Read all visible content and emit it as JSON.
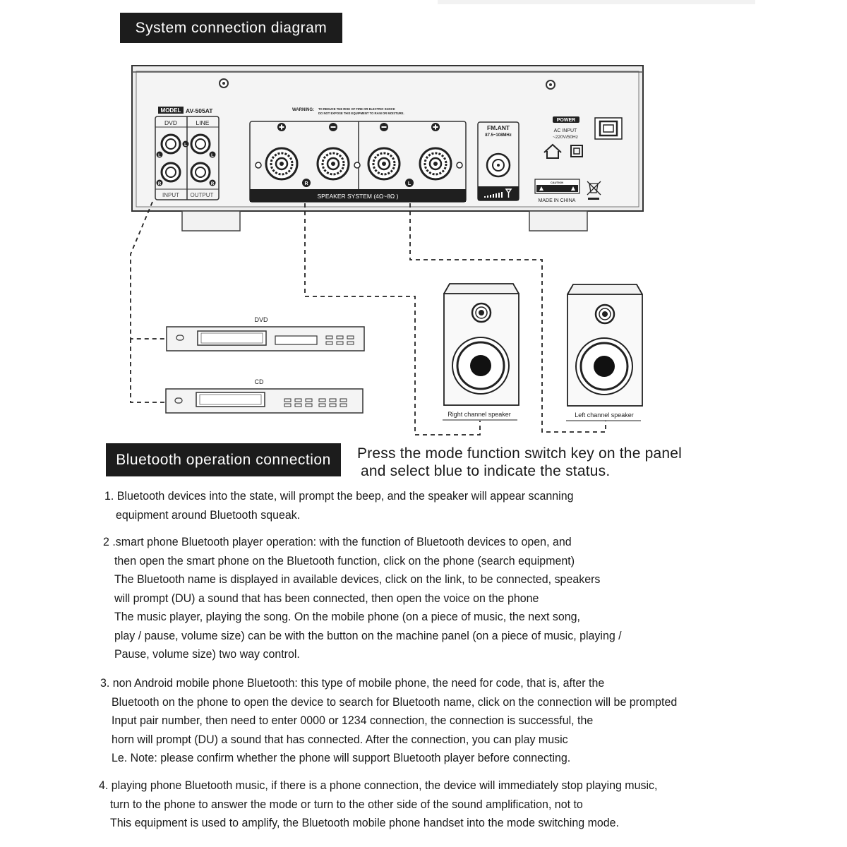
{
  "headers": {
    "system_connection": "System connection diagram",
    "bluetooth_connection": "Bluetooth operation connection"
  },
  "mode_note": {
    "line1": "Press the mode function switch key on the panel",
    "line2": "and select blue to indicate the status."
  },
  "amplifier": {
    "model_tag": "MODEL",
    "model_value": "AV-505AT",
    "warning_title": "WARNING:",
    "warning_line1": "TO REDUCE THE RISK OF FIRE OR ELECTRIC SHOCK",
    "warning_line2": "DO NOT EXPOSE THIS EQUIPMENT TO RAIN OR MOISTURE.",
    "dvd_label": "DVD",
    "line_label": "LINE",
    "input_label": "INPUT",
    "output_label": "OUTPUT",
    "left_mark": "L",
    "right_mark": "R",
    "speaker_system_label": "SPEAKER SYSTEM (4Ω~8Ω )",
    "fm_ant_label": "FM.ANT",
    "fm_freq": "87.5~108MHz",
    "power_label": "POWER",
    "ac_input_line1": "AC INPUT",
    "ac_input_line2": "~220V/50Hz",
    "caution_label": "CAUTION",
    "made_in": "MADE IN CHINA"
  },
  "devices": {
    "dvd_label": "DVD",
    "cd_label": "CD"
  },
  "speakers": {
    "right_label": "Right channel speaker",
    "left_label": "Left channel speaker"
  },
  "paragraphs": {
    "p1": [
      "1. Bluetooth devices into the state, will prompt the beep, and the speaker will appear scanning",
      "equipment around Bluetooth squeak."
    ],
    "p2": [
      "2 .smart phone Bluetooth player operation: with the function of Bluetooth devices to open, and",
      "then open the smart phone on the Bluetooth function, click on the phone (search equipment)",
      "The Bluetooth name is displayed in available devices, click on the link, to be connected, speakers",
      "will prompt (DU) a sound that has been connected, then open the voice on the phone",
      "The music player, playing the song. On the mobile phone (on a piece of music, the next song,",
      "play / pause, volume size) can be with the button on the machine panel (on a piece of music, playing /",
      "Pause, volume size) two way control."
    ],
    "p3": [
      "3. non Android mobile phone Bluetooth: this type of mobile phone, the need for code, that is, after the",
      "Bluetooth on the phone to open the device to search for Bluetooth name, click on the connection will be prompted",
      "Input pair number, then need to enter 0000 or 1234 connection, the connection is successful, the",
      "horn will prompt (DU) a sound that has connected. After the connection, you can play music",
      "Le. Note: please confirm whether the phone will support Bluetooth player before connecting."
    ],
    "p4": [
      "4. playing phone Bluetooth music, if there is a phone connection, the device will immediately stop playing music,",
      "turn to the phone to answer the mode or turn to the other side of the sound amplification, not to",
      "This equipment is used to amplify, the Bluetooth mobile phone handset into the mode switching mode."
    ]
  }
}
